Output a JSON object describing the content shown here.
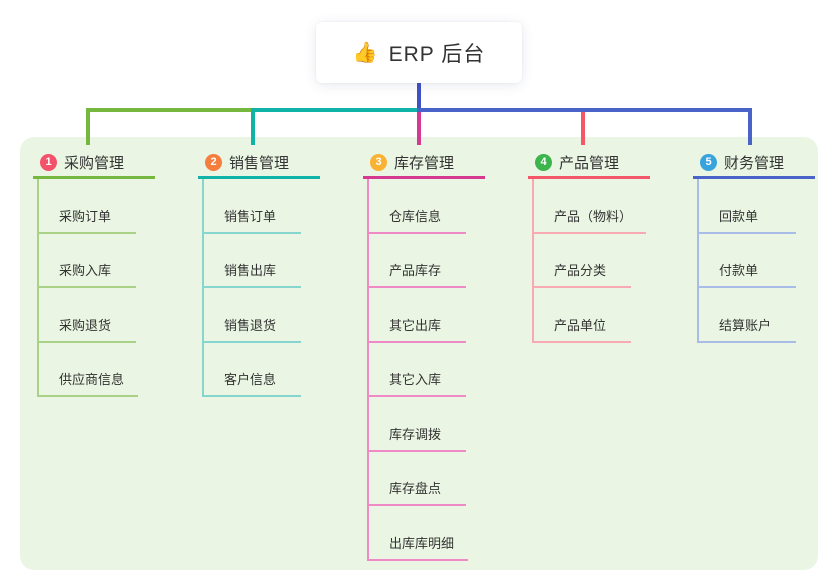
{
  "root": {
    "emoji": "👍",
    "label": "ERP 后台"
  },
  "colors": {
    "root_line": "#4150c4",
    "panel_bg": "#eaf6e3",
    "text": "#333333"
  },
  "branches": [
    {
      "badge": "1",
      "label": "采购管理",
      "badge_color": "#f4516b",
      "line_color": "#76b83f",
      "child_line_color": "#a9d287",
      "children": [
        "采购订单",
        "采购入库",
        "采购退货",
        "供应商信息"
      ]
    },
    {
      "badge": "2",
      "label": "销售管理",
      "badge_color": "#f57d3d",
      "line_color": "#0fb3a7",
      "child_line_color": "#84d6cf",
      "children": [
        "销售订单",
        "销售出库",
        "销售退货",
        "客户信息"
      ]
    },
    {
      "badge": "3",
      "label": "库存管理",
      "badge_color": "#f9b233",
      "line_color": "#d63a90",
      "child_line_color": "#ef8ac6",
      "children": [
        "仓库信息",
        "产品库存",
        "其它出库",
        "其它入库",
        "库存调拨",
        "库存盘点",
        "出库库明细"
      ]
    },
    {
      "badge": "4",
      "label": "产品管理",
      "badge_color": "#3bb54c",
      "line_color": "#f4566a",
      "child_line_color": "#f9a9b1",
      "children": [
        "产品（物料）",
        "产品分类",
        "产品单位"
      ]
    },
    {
      "badge": "5",
      "label": "财务管理",
      "badge_color": "#38a3dc",
      "line_color": "#4a63c8",
      "child_line_color": "#a9bce8",
      "children": [
        "回款单",
        "付款单",
        "结算账户"
      ]
    }
  ]
}
